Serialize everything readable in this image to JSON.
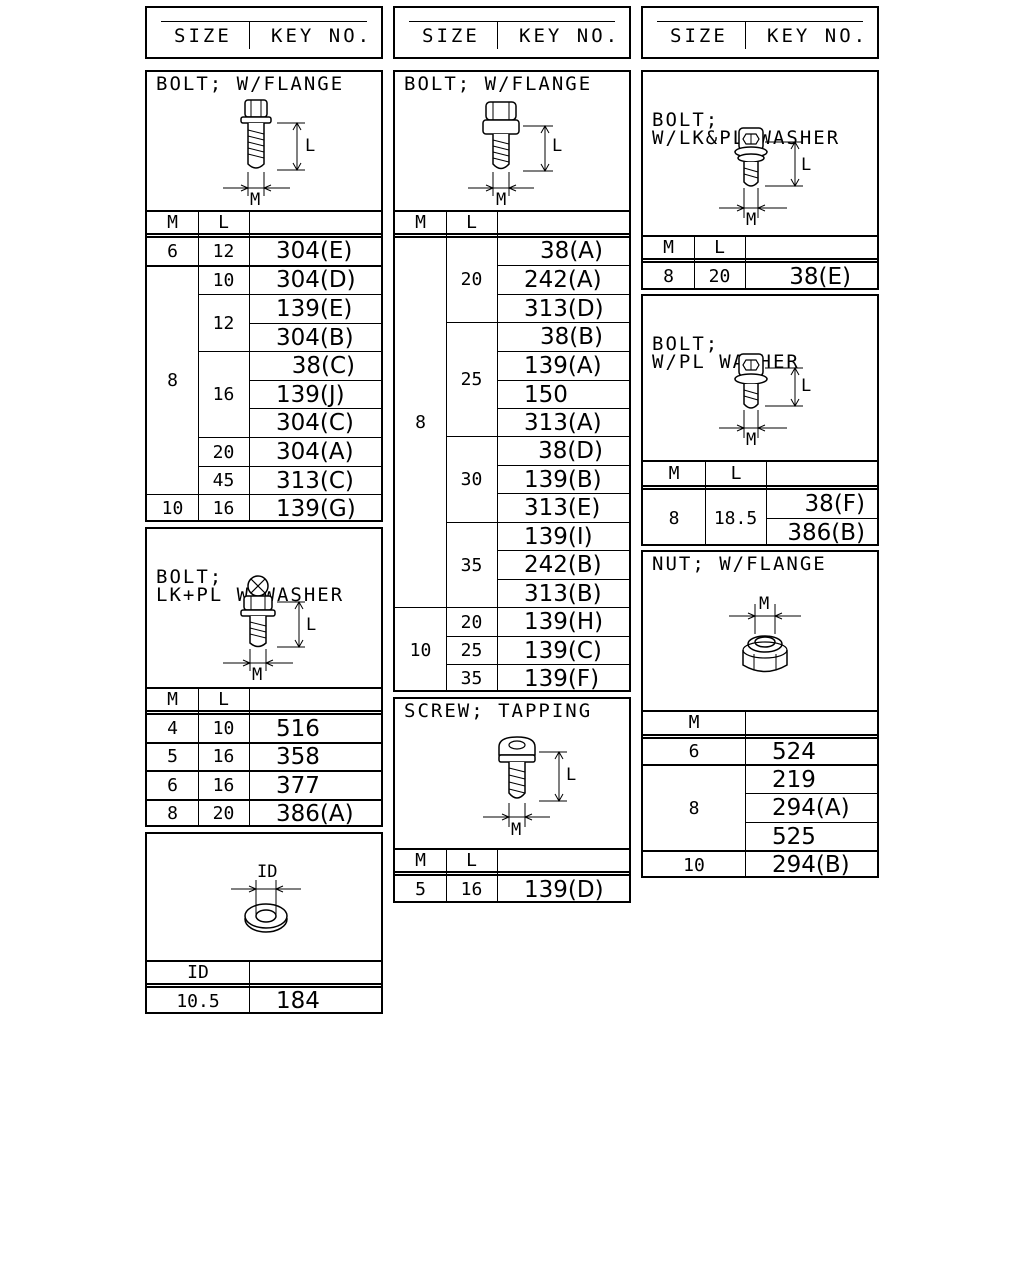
{
  "headers": [
    {
      "size": "SIZE",
      "key": "KEY NO."
    },
    {
      "size": "SIZE",
      "key": "KEY NO."
    },
    {
      "size": "SIZE",
      "key": "KEY NO."
    }
  ],
  "dim_labels": {
    "L": "L",
    "M": "M",
    "ID": "ID"
  },
  "bolt_flange_1": {
    "title": "BOLT; W/FLANGE",
    "col_m": "M",
    "col_l": "L",
    "rows": [
      {
        "m": "6",
        "l": "12",
        "key": "304(E)"
      },
      {
        "m": "8",
        "l": "10",
        "key": "304(D)"
      },
      {
        "l": "12",
        "key": "139(E)"
      },
      {
        "key": "304(B)"
      },
      {
        "l": "16",
        "key": "38(C)"
      },
      {
        "key": "139(J)"
      },
      {
        "key": "304(C)"
      },
      {
        "l": "20",
        "key": "304(A)"
      },
      {
        "l": "45",
        "key": "313(C)"
      },
      {
        "m": "10",
        "l": "16",
        "key": "139(G)"
      }
    ]
  },
  "bolt_lk_pl": {
    "title_line1": "BOLT;",
    "title_line2": "LK+PL W/WASHER",
    "col_m": "M",
    "col_l": "L",
    "rows": [
      {
        "m": "4",
        "l": "10",
        "key": "516"
      },
      {
        "m": "5",
        "l": "16",
        "key": "358"
      },
      {
        "m": "6",
        "l": "16",
        "key": "377"
      },
      {
        "m": "8",
        "l": "20",
        "key": "386(A)"
      }
    ]
  },
  "washer": {
    "col_id": "ID",
    "rows": [
      {
        "id": "10.5",
        "key": "184"
      }
    ]
  },
  "bolt_flange_2": {
    "title": "BOLT; W/FLANGE",
    "col_m": "M",
    "col_l": "L",
    "m8": "8",
    "m10": "10",
    "l_values": [
      "20",
      "25",
      "30",
      "35",
      "20",
      "25",
      "35"
    ],
    "keys": [
      "38(A)",
      "242(A)",
      "313(D)",
      "38(B)",
      "139(A)",
      "150",
      "313(A)",
      "38(D)",
      "139(B)",
      "313(E)",
      "139(I)",
      "242(B)",
      "313(B)",
      "139(H)",
      "139(C)",
      "139(F)"
    ]
  },
  "screw_tapping": {
    "title": "SCREW; TAPPING",
    "col_m": "M",
    "col_l": "L",
    "rows": [
      {
        "m": "5",
        "l": "16",
        "key": "139(D)"
      }
    ]
  },
  "bolt_lk_pl_washer": {
    "title_line1": "BOLT;",
    "title_line2": "W/LK&PL WASHER",
    "col_m": "M",
    "col_l": "L",
    "rows": [
      {
        "m": "8",
        "l": "20",
        "key": "38(E)"
      }
    ]
  },
  "bolt_pl_washer": {
    "title_line1": "BOLT;",
    "title_line2": "W/PL WASHER",
    "col_m": "M",
    "col_l": "L",
    "m": "8",
    "l": "18.5",
    "keys": [
      "38(F)",
      "386(B)"
    ]
  },
  "nut_flange": {
    "title": "NUT; W/FLANGE",
    "col_m": "M",
    "m_values": [
      "6",
      "8",
      "10"
    ],
    "keys": [
      "524",
      "219",
      "294(A)",
      "525",
      "294(B)"
    ]
  }
}
